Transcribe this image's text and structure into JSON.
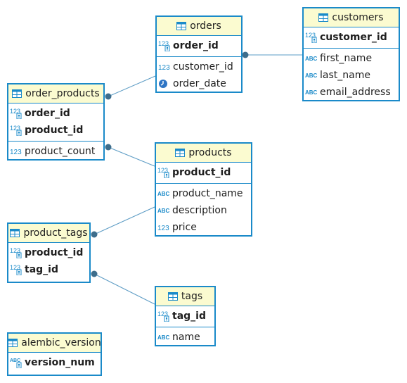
{
  "colors": {
    "border": "#1a8ac9",
    "header_bg": "#fbfbd0",
    "connector": "#5b9bc4",
    "endpoint": "#3d6d8c"
  },
  "tables": {
    "orders": {
      "name": "orders",
      "pk": [
        {
          "name": "order_id",
          "type_icon": "numeric-key-icon"
        }
      ],
      "cols": [
        {
          "name": "customer_id",
          "type_icon": "numeric-icon"
        },
        {
          "name": "order_date",
          "type_icon": "clock-icon"
        }
      ]
    },
    "customers": {
      "name": "customers",
      "pk": [
        {
          "name": "customer_id",
          "type_icon": "numeric-key-icon"
        }
      ],
      "cols": [
        {
          "name": "first_name",
          "type_icon": "text-icon"
        },
        {
          "name": "last_name",
          "type_icon": "text-icon"
        },
        {
          "name": "email_address",
          "type_icon": "text-icon"
        }
      ]
    },
    "order_products": {
      "name": "order_products",
      "pk": [
        {
          "name": "order_id",
          "type_icon": "numeric-key-icon"
        },
        {
          "name": "product_id",
          "type_icon": "numeric-key-icon"
        }
      ],
      "cols": [
        {
          "name": "product_count",
          "type_icon": "numeric-icon"
        }
      ]
    },
    "products": {
      "name": "products",
      "pk": [
        {
          "name": "product_id",
          "type_icon": "numeric-key-icon"
        }
      ],
      "cols": [
        {
          "name": "product_name",
          "type_icon": "text-icon"
        },
        {
          "name": "description",
          "type_icon": "text-icon"
        },
        {
          "name": "price",
          "type_icon": "numeric-icon"
        }
      ]
    },
    "product_tags": {
      "name": "product_tags",
      "pk": [
        {
          "name": "product_id",
          "type_icon": "numeric-key-icon"
        },
        {
          "name": "tag_id",
          "type_icon": "numeric-key-icon"
        }
      ],
      "cols": []
    },
    "tags": {
      "name": "tags",
      "pk": [
        {
          "name": "tag_id",
          "type_icon": "numeric-key-icon"
        }
      ],
      "cols": [
        {
          "name": "name",
          "type_icon": "text-icon"
        }
      ]
    },
    "alembic_version": {
      "name": "alembic_version",
      "pk": [
        {
          "name": "version_num",
          "type_icon": "text-key-icon"
        }
      ],
      "cols": []
    }
  }
}
